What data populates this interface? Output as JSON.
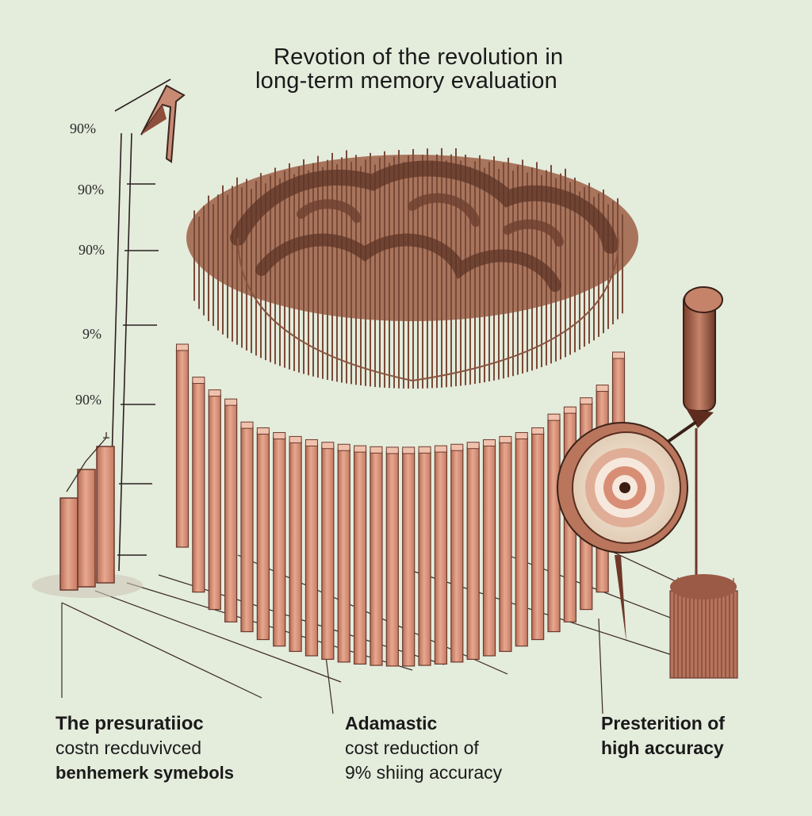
{
  "title": {
    "line1": "Revotion of the revolution in",
    "line2": "long-term memory evaluation"
  },
  "y_ticks": [
    "90%",
    "90%",
    "90%",
    "9%",
    "90%"
  ],
  "captions": {
    "left": [
      "The presuratiioc",
      "costn recduvivced",
      "benhemerk symebols"
    ],
    "middle": [
      "Adamastic",
      "cost reduction of",
      "9% shiing accuracy"
    ],
    "right": [
      "Presterition of",
      "high accuracy"
    ]
  },
  "colors": {
    "background": "#e4ecdc",
    "bar": "#d9937c",
    "bar_dark": "#a85e4b",
    "bar_light": "#eebba6",
    "brain": "#8a5440",
    "brain_light": "#b98a70",
    "line": "#3a2a24"
  },
  "icons": [
    "up-arrow-icon",
    "magnifying-glass-icon",
    "target-icon"
  ]
}
